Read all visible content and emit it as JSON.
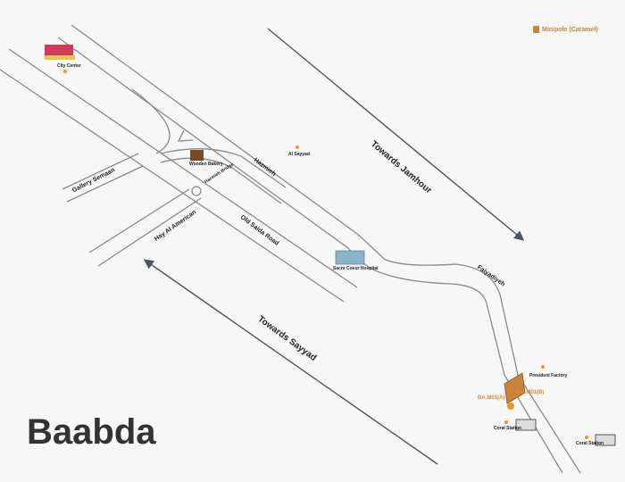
{
  "legend": {
    "label": "Minipole (Caramel)",
    "color": "#c8823a"
  },
  "area_title": "Baabda",
  "roads": {
    "hazmieh": "Hazmieh",
    "old_saida": "Old Saida Road",
    "gallery_semaan": "Gallery Semaan",
    "hay_al_american": "Hay Al American",
    "hazmieh_bridge": "Hazmieh Bridge",
    "faiyadiyeh": "Faiyadiyeh"
  },
  "directions": {
    "jamhour": "Towards Jamhour",
    "sayyad": "Towards Sayyad"
  },
  "pois": {
    "city_center": "City Center",
    "wooden_bakery": "Wooden Bakery",
    "al_sayyad": "Al Sayyad",
    "hospital": "Sacre Coeur Hospital",
    "president_factory": "President Factory",
    "coral_station_1": "Coral Station",
    "coral_station_2": "Coral Station"
  },
  "sites": {
    "a": "BA.M01(A)",
    "b": "BA.M01(B)"
  },
  "colors": {
    "accent": "#e8962e",
    "road": "#8a8a8a",
    "arrow": "#4a5560"
  }
}
